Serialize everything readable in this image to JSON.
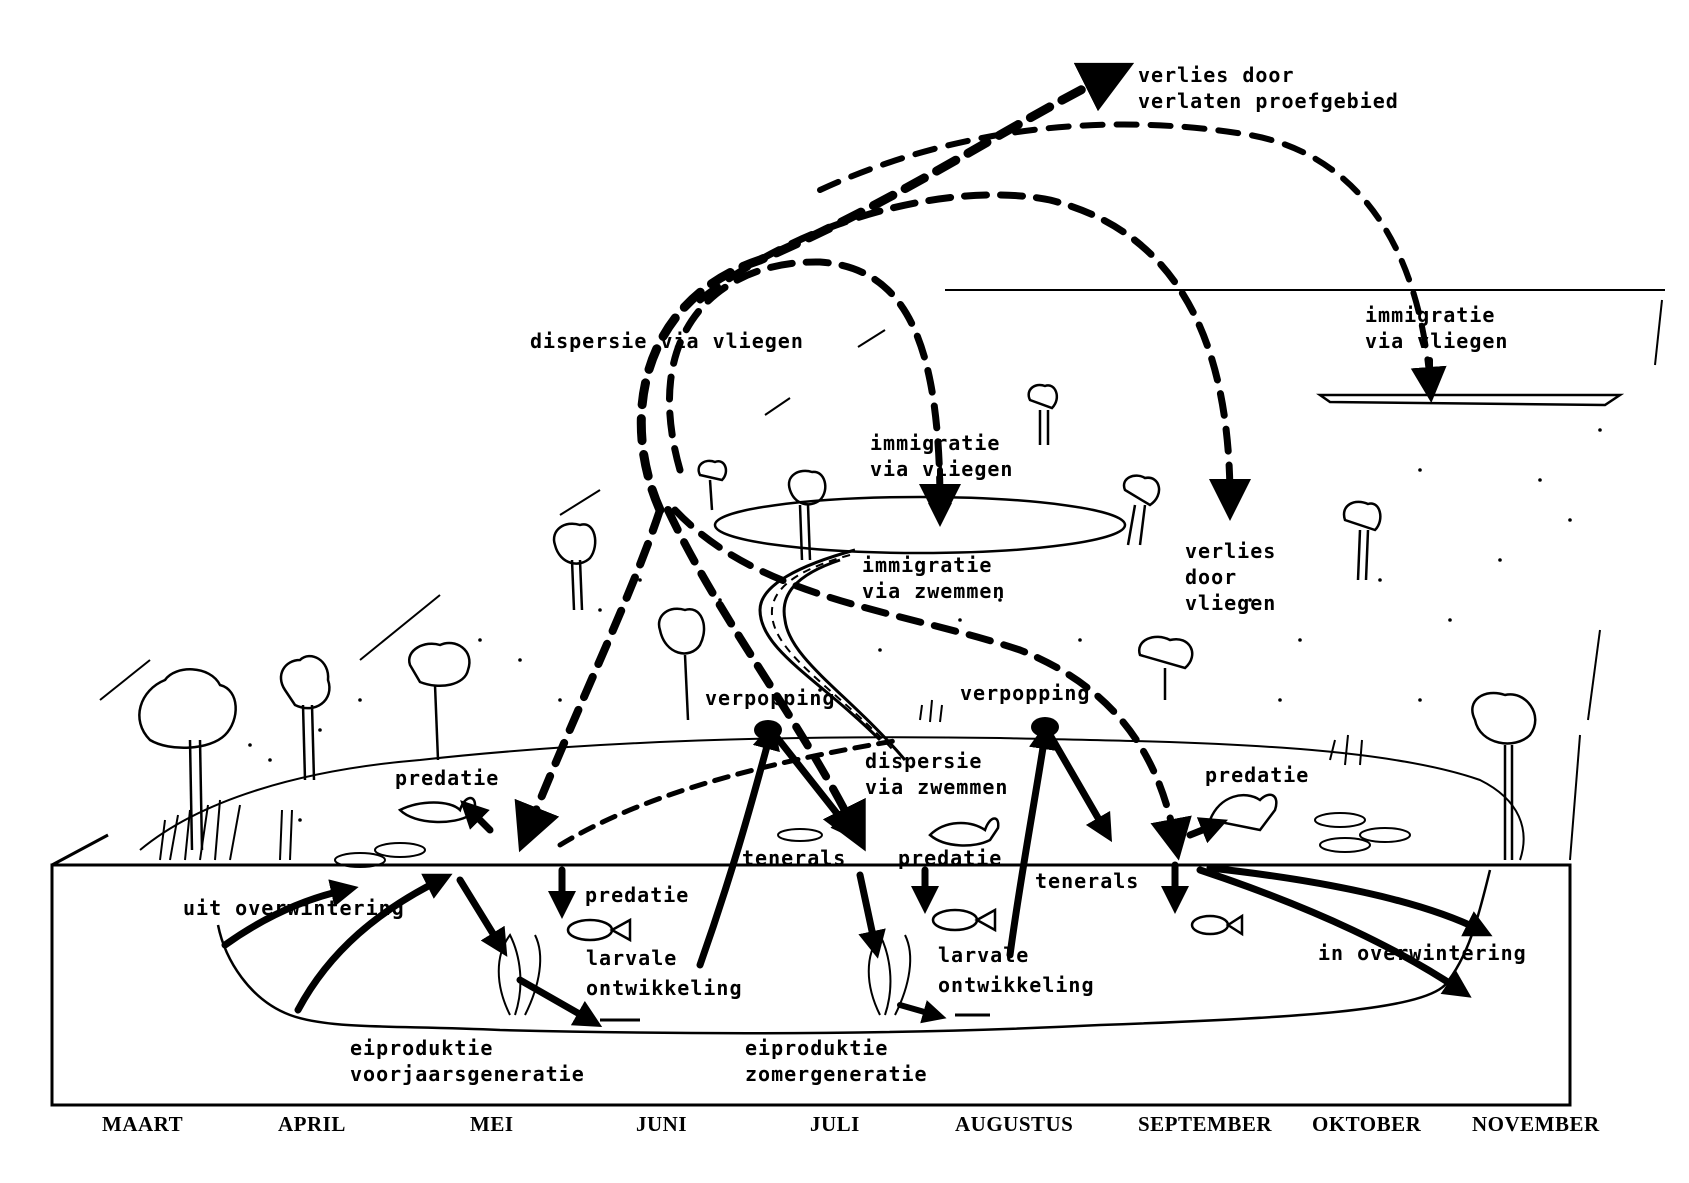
{
  "diagram": {
    "type": "life-cycle / population dynamics diagram",
    "colors": {
      "ink": "#000000",
      "paper": "#ffffff"
    },
    "labels": {
      "loss_leaving_area": [
        "verlies door",
        "verlaten proefgebied"
      ],
      "dispersal_flying": "dispersie via vliegen",
      "immigration_flying_right": [
        "immigratie",
        "via vliegen"
      ],
      "immigration_flying_center": [
        "immigratie",
        "via vliegen"
      ],
      "immigration_swimming": [
        "immigratie",
        "via zwemmen"
      ],
      "loss_flying": [
        "verlies",
        "door",
        "vliegen"
      ],
      "pupation_1": "verpopping",
      "pupation_2": "verpopping",
      "dispersal_swimming": [
        "dispersie",
        "via zwemmen"
      ],
      "predation_1": "predatie",
      "predation_2": "predatie",
      "predation_3": "predatie",
      "predation_4": "predatie",
      "tenerals_1": "tenerals",
      "tenerals_2": "tenerals",
      "from_overwintering": "uit overwintering",
      "into_overwintering": "in overwintering",
      "larval_dev_1": [
        "larvale",
        "ontwikkeling"
      ],
      "larval_dev_2": [
        "larvale",
        "ontwikkeling"
      ],
      "egg_spring": [
        "eiproduktie",
        "voorjaarsgeneratie"
      ],
      "egg_summer": [
        "eiproduktie",
        "zomergeneratie"
      ]
    },
    "months": [
      "MAART",
      "APRIL",
      "MEI",
      "JUNI",
      "JULI",
      "AUGUSTUS",
      "SEPTEMBER",
      "OKTOBER",
      "NOVEMBER"
    ],
    "icons": [
      "tree-icon",
      "fish-icon",
      "bird-icon",
      "reed-icon",
      "water-lily-icon",
      "larva-icon"
    ]
  }
}
